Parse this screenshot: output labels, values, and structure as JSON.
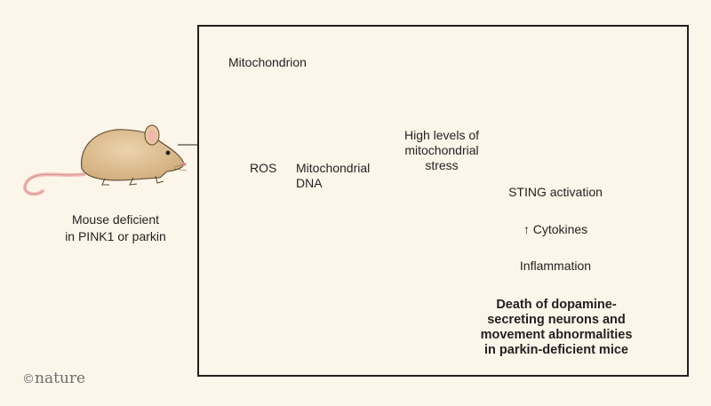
{
  "mouse_caption": [
    "Mouse deficient",
    "in PINK1 or parkin"
  ],
  "labels": {
    "mitochondrion": "Mitochondrion",
    "ros": "ROS",
    "mito_dna": [
      "Mitochondrial",
      "DNA"
    ]
  },
  "stress_text": [
    "High levels of",
    "mitochondrial",
    "stress"
  ],
  "flow": {
    "sting": "STING activation",
    "cytokines": "↑ Cytokines",
    "inflammation": "Inflammation"
  },
  "outcome": [
    "Death of dopamine-",
    "secreting neurons and",
    "movement abnormalities",
    "in parkin-deficient mice"
  ],
  "brand": {
    "symbol": "©",
    "name": "nature"
  },
  "colors": {
    "background": "#fbf6e9",
    "mouse_fur": "#e2c59b",
    "mouse_tail": "#f2b9b3",
    "mitochondrion_teal": "#7fb3ae",
    "arrow_blue": "#2f6fb6",
    "ros_red": "#d11f2a"
  },
  "icons": [
    "mouse-illustration",
    "intact-mitochondrion",
    "damaged-mitochondrion",
    "gradient-arrow"
  ]
}
